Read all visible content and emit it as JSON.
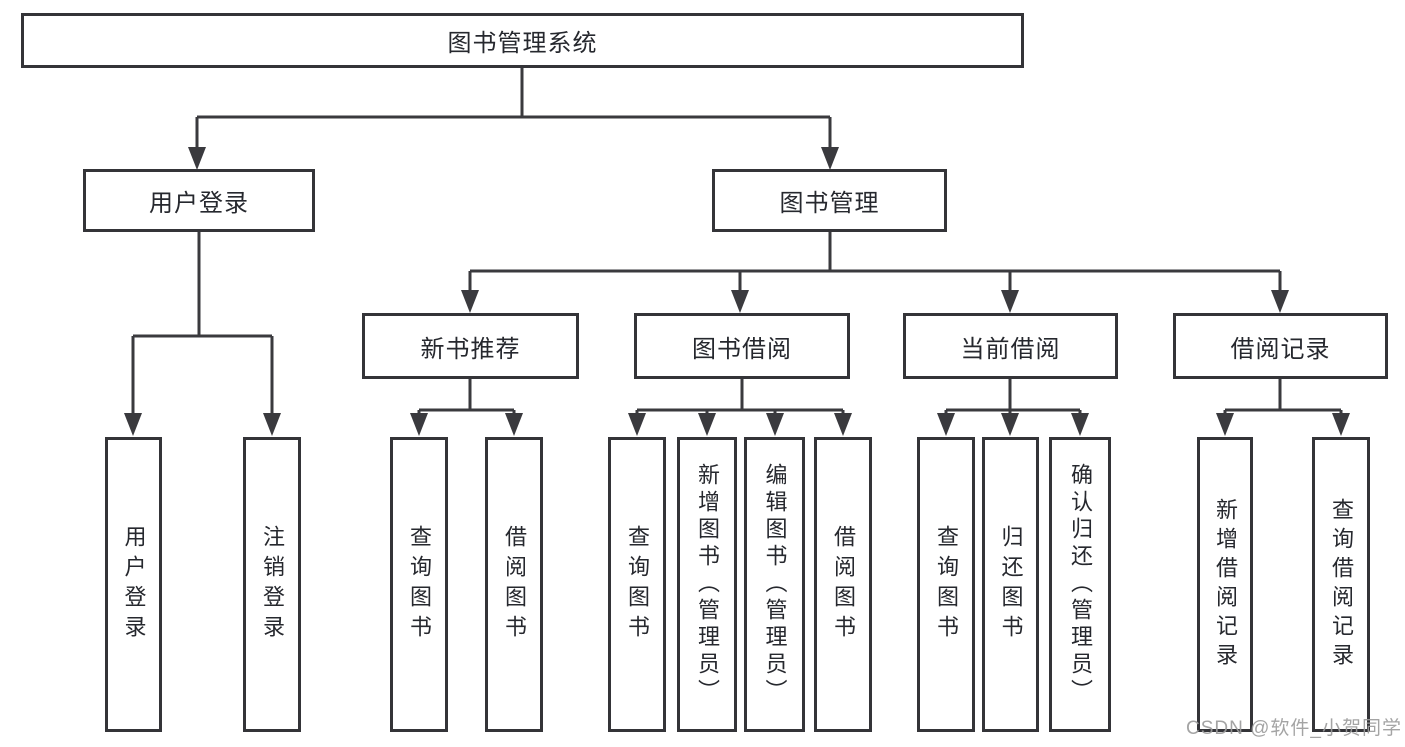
{
  "colors": {
    "line": "#3a3a3e",
    "box_border": "#343438",
    "text": "#26282e",
    "background": "#ffffff",
    "watermark_color": "#9d9d9d"
  },
  "watermark": {
    "text": "CSDN @软件_小贺同学"
  },
  "diagram": {
    "root": {
      "label": "图书管理系统"
    },
    "level2": [
      {
        "label": "用户登录"
      },
      {
        "label": "图书管理"
      }
    ],
    "level3": [
      {
        "label": "新书推荐"
      },
      {
        "label": "图书借阅"
      },
      {
        "label": "当前借阅"
      },
      {
        "label": "借阅记录"
      }
    ],
    "leaves": {
      "user_login": [
        {
          "label": "用户登录"
        },
        {
          "label": "注销登录"
        }
      ],
      "recommend": [
        {
          "label": "查询图书"
        },
        {
          "label": "借阅图书"
        }
      ],
      "borrow": [
        {
          "label": "查询图书"
        },
        {
          "label": "新增图书（管理员）"
        },
        {
          "label": "编辑图书（管理员）"
        },
        {
          "label": "借阅图书"
        }
      ],
      "current": [
        {
          "label": "查询图书"
        },
        {
          "label": "归还图书"
        },
        {
          "label": "确认归还（管理员）"
        }
      ],
      "records": [
        {
          "label": "新增借阅记录"
        },
        {
          "label": "查询借阅记录"
        }
      ]
    }
  }
}
